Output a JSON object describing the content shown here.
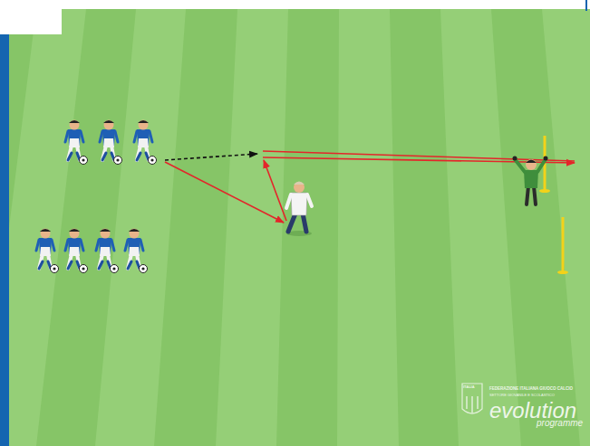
{
  "diagram": {
    "labels": [
      "ITALIA",
      "FEDERAZIONE ITALIANA GIUOCO CALCIO",
      "SETTORE GIOVANILE E SCOLASTICO",
      "evolution",
      "programme"
    ]
  }
}
